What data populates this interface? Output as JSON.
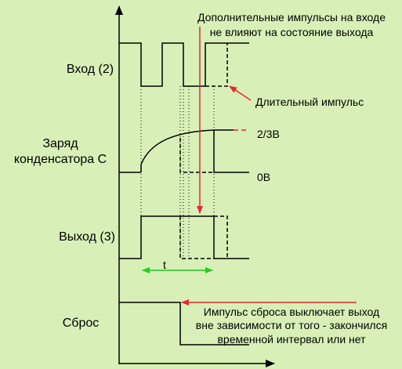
{
  "colors": {
    "background": "#d8f0b8",
    "signal": "#000000",
    "annotation": "#e8282e",
    "interval": "#22cc22",
    "guide": "#000000"
  },
  "labels": {
    "input": "Вход (2)",
    "charge_line1": "Заряд",
    "charge_line2": "конденсатора С",
    "output": "Выход (3)",
    "reset": "Сброс",
    "level_high": "2/3В",
    "level_low": "0В",
    "interval": "t"
  },
  "annotations": {
    "extra_pulses_line1": "Дополнительные импульсы на входе",
    "extra_pulses_line2": "не влияют на состояние выхода",
    "long_pulse": "Длительный импульс",
    "reset_line1": "Импульс сброса выключает выход",
    "reset_line2": "вне зависимости от того - закончился",
    "reset_line3": "временной интервал или нет"
  }
}
